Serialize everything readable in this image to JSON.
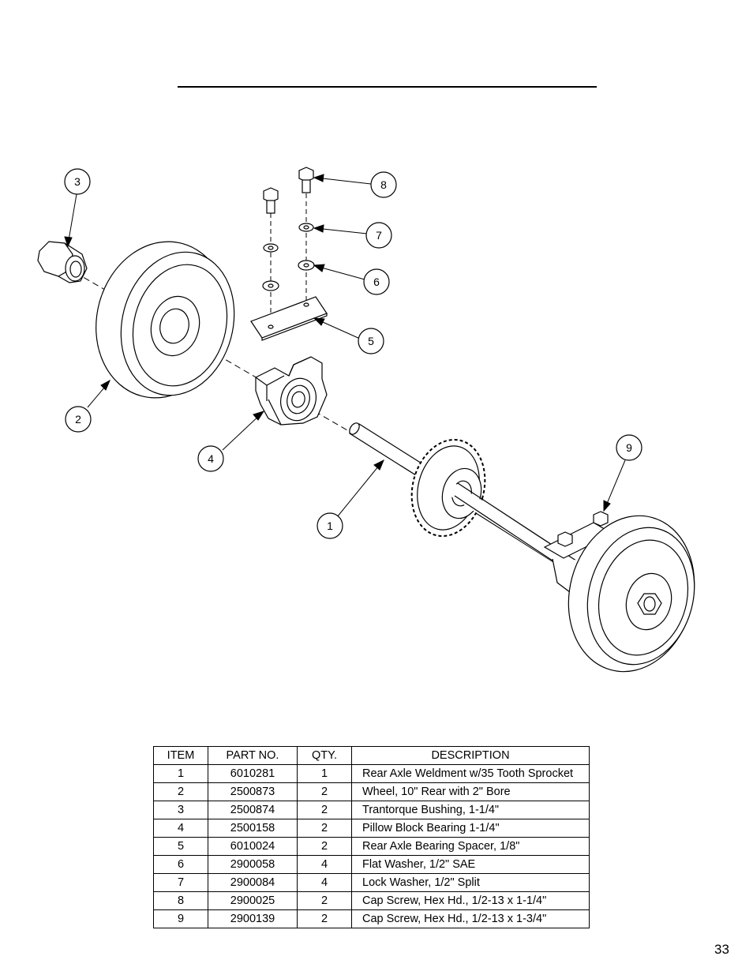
{
  "parts_table": {
    "headers": [
      "ITEM",
      "PART NO.",
      "QTY.",
      "DESCRIPTION"
    ],
    "rows": [
      {
        "item": "1",
        "part_no": "6010281",
        "qty": "1",
        "description": "Rear Axle Weldment w/35 Tooth Sprocket"
      },
      {
        "item": "2",
        "part_no": "2500873",
        "qty": "2",
        "description": "Wheel, 10\" Rear with 2\" Bore"
      },
      {
        "item": "3",
        "part_no": "2500874",
        "qty": "2",
        "description": "Trantorque Bushing, 1-1/4\""
      },
      {
        "item": "4",
        "part_no": "2500158",
        "qty": "2",
        "description": "Pillow Block Bearing 1-1/4\""
      },
      {
        "item": "5",
        "part_no": "6010024",
        "qty": "2",
        "description": "Rear Axle Bearing Spacer, 1/8\""
      },
      {
        "item": "6",
        "part_no": "2900058",
        "qty": "4",
        "description": "Flat Washer, 1/2\" SAE"
      },
      {
        "item": "7",
        "part_no": "2900084",
        "qty": "4",
        "description": "Lock Washer, 1/2\" Split"
      },
      {
        "item": "8",
        "part_no": "2900025",
        "qty": "2",
        "description": "Cap Screw, Hex Hd., 1/2-13 x 1-1/4\""
      },
      {
        "item": "9",
        "part_no": "2900139",
        "qty": "2",
        "description": "Cap Screw, Hex Hd., 1/2-13 x 1-3/4\""
      }
    ]
  },
  "callouts": [
    "1",
    "2",
    "3",
    "4",
    "5",
    "6",
    "7",
    "8",
    "9"
  ],
  "page_number": "33"
}
